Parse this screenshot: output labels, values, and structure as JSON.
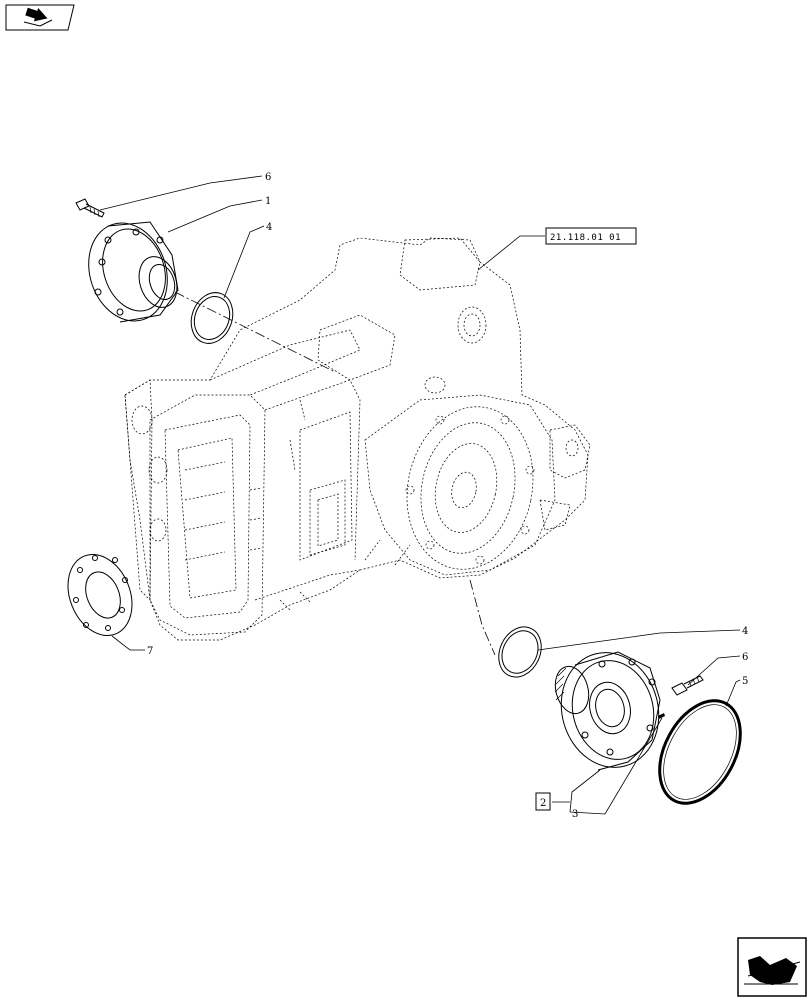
{
  "callouts": {
    "c1": "1",
    "c2": "2",
    "c3": "3",
    "c4_top": "4",
    "c4_bottom": "4",
    "c5": "5",
    "c6_top": "6",
    "c6_bottom": "6",
    "c7": "7"
  },
  "reference": {
    "label": "21.118.01 01"
  },
  "icons": {
    "top_left": "book-arrow-icon",
    "bottom_right": "next-page-arrow-icon"
  }
}
